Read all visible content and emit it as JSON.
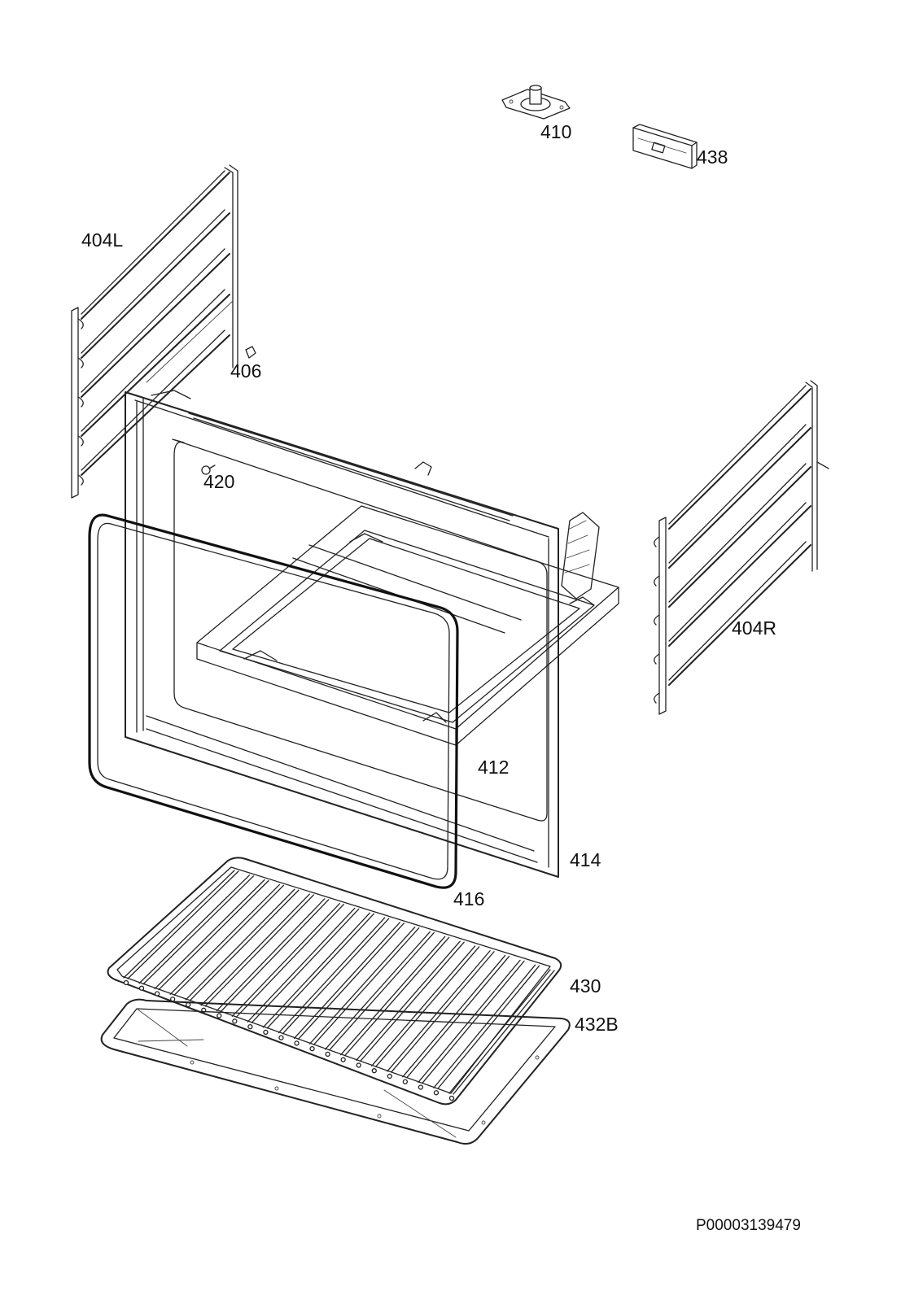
{
  "diagram": {
    "document_id": "P00003139479",
    "parts": [
      {
        "id": "410",
        "label": "410"
      },
      {
        "id": "438",
        "label": "438"
      },
      {
        "id": "404L",
        "label": "404L"
      },
      {
        "id": "406",
        "label": "406"
      },
      {
        "id": "420",
        "label": "420"
      },
      {
        "id": "404R",
        "label": "404R"
      },
      {
        "id": "412",
        "label": "412"
      },
      {
        "id": "414",
        "label": "414"
      },
      {
        "id": "416",
        "label": "416"
      },
      {
        "id": "430",
        "label": "430"
      },
      {
        "id": "432B",
        "label": "432B"
      }
    ]
  }
}
